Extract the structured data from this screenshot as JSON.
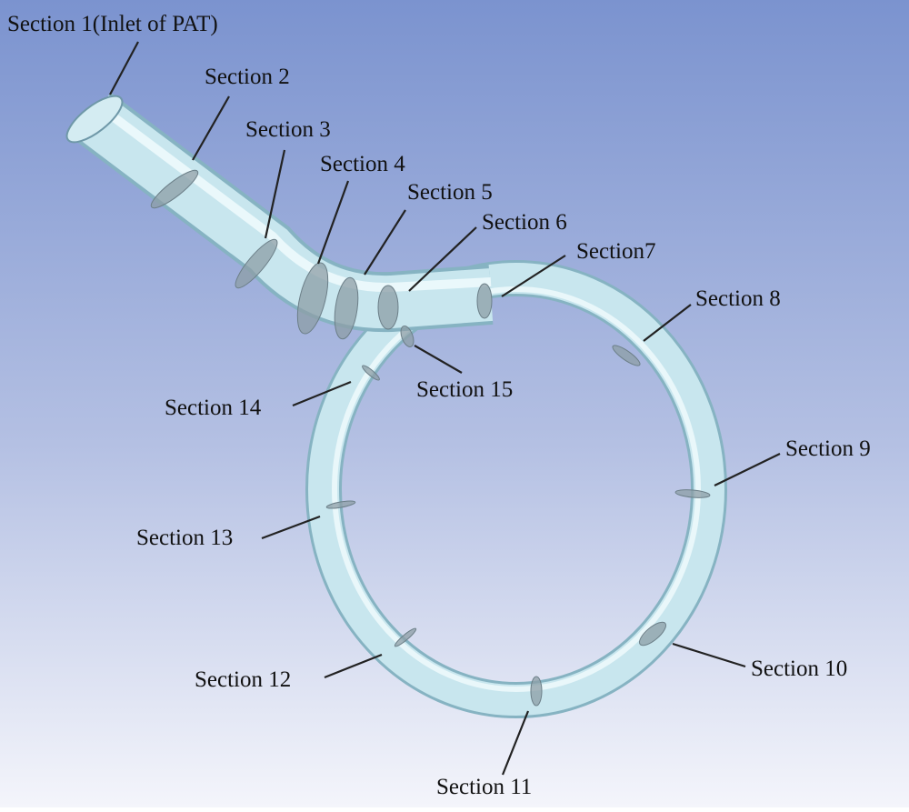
{
  "sections": [
    {
      "id": "s1",
      "label": "Section 1(Inlet of PAT)"
    },
    {
      "id": "s2",
      "label": "Section 2"
    },
    {
      "id": "s3",
      "label": "Section 3"
    },
    {
      "id": "s4",
      "label": "Section 4"
    },
    {
      "id": "s5",
      "label": "Section 5"
    },
    {
      "id": "s6",
      "label": "Section 6"
    },
    {
      "id": "s7",
      "label": "Section7"
    },
    {
      "id": "s8",
      "label": "Section 8"
    },
    {
      "id": "s9",
      "label": "Section 9"
    },
    {
      "id": "s10",
      "label": "Section 10"
    },
    {
      "id": "s11",
      "label": "Section 11"
    },
    {
      "id": "s12",
      "label": "Section 12"
    },
    {
      "id": "s13",
      "label": "Section 13"
    },
    {
      "id": "s14",
      "label": "Section 14"
    },
    {
      "id": "s15",
      "label": "Section 15"
    }
  ],
  "colors": {
    "background_top": "#7b93cf",
    "background_bottom": "#f4f5fb",
    "pipe_fill": "#c7e6ee",
    "pipe_edge": "#8fbccb",
    "section_fill": "#8c9ea6",
    "leader": "#222222"
  }
}
